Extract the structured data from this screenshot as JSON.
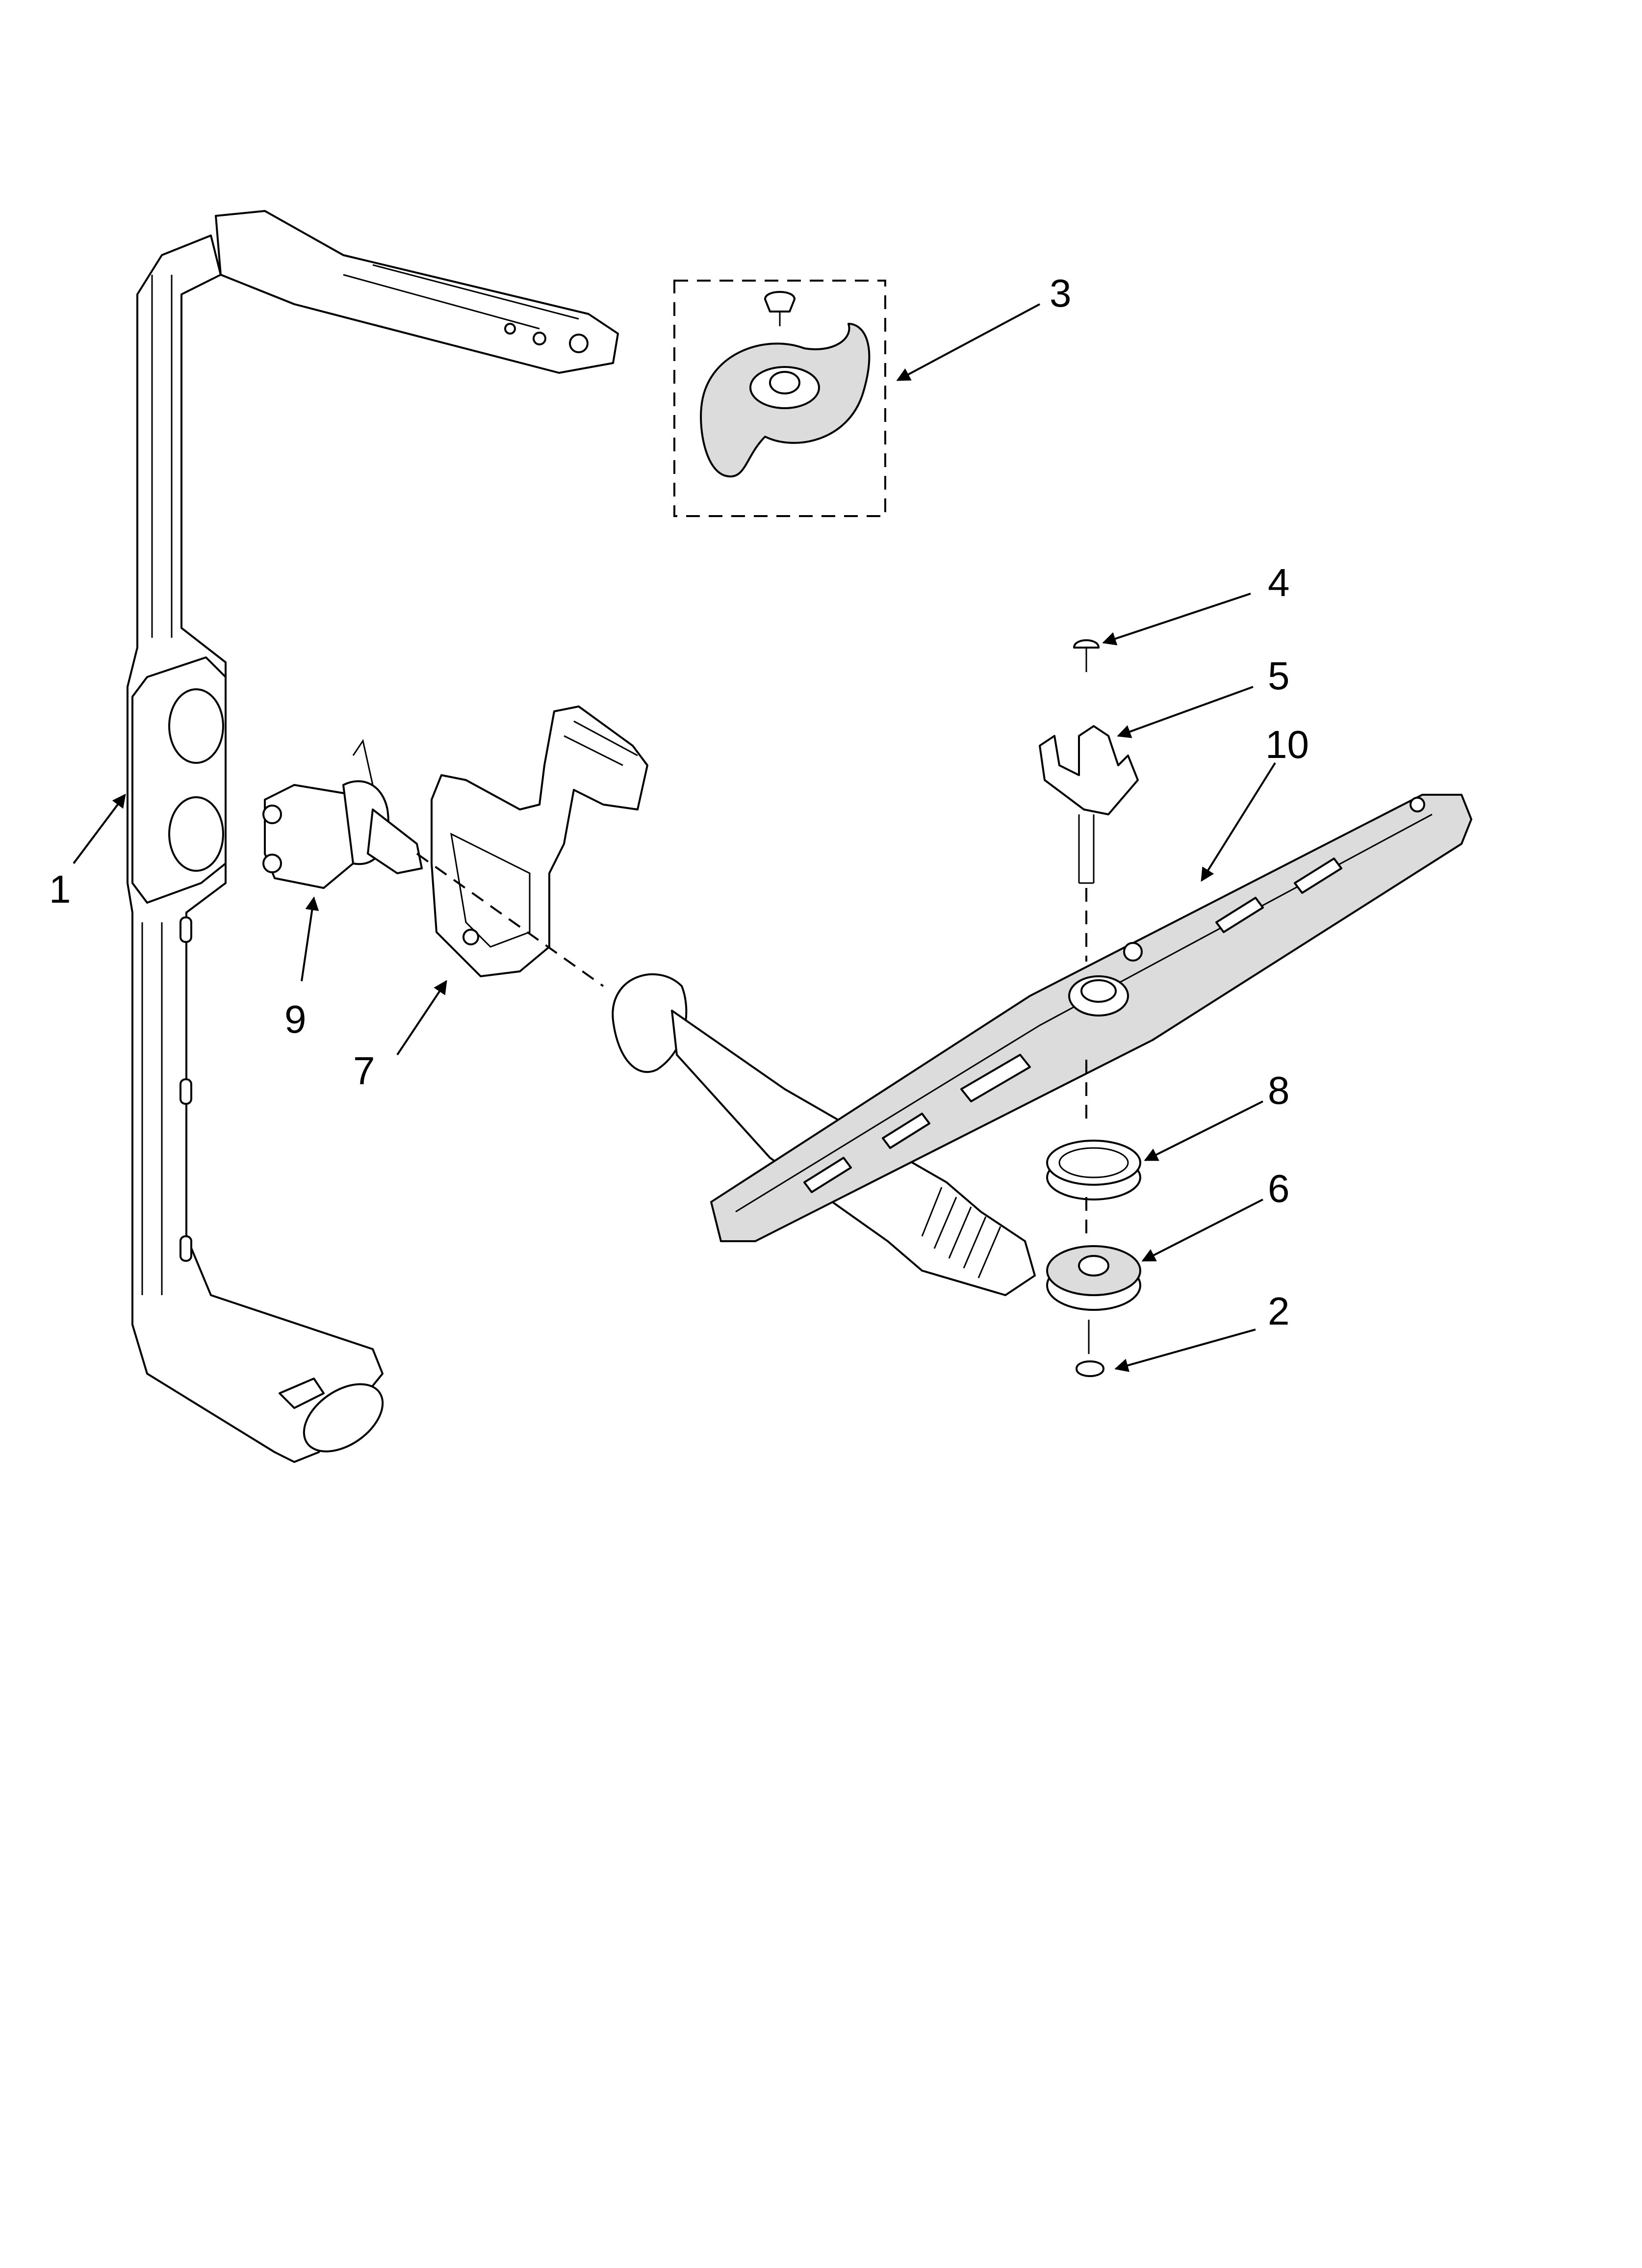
{
  "callouts": [
    {
      "id": "1",
      "text": "1"
    },
    {
      "id": "2",
      "text": "2"
    },
    {
      "id": "3",
      "text": "3"
    },
    {
      "id": "4",
      "text": "4"
    },
    {
      "id": "5",
      "text": "5"
    },
    {
      "id": "6",
      "text": "6"
    },
    {
      "id": "7",
      "text": "7"
    },
    {
      "id": "8",
      "text": "8"
    },
    {
      "id": "9",
      "text": "9"
    },
    {
      "id": "10",
      "text": "10"
    }
  ],
  "colors": {
    "line": "#000000",
    "background": "#ffffff",
    "shade": "#dcdcdc"
  }
}
